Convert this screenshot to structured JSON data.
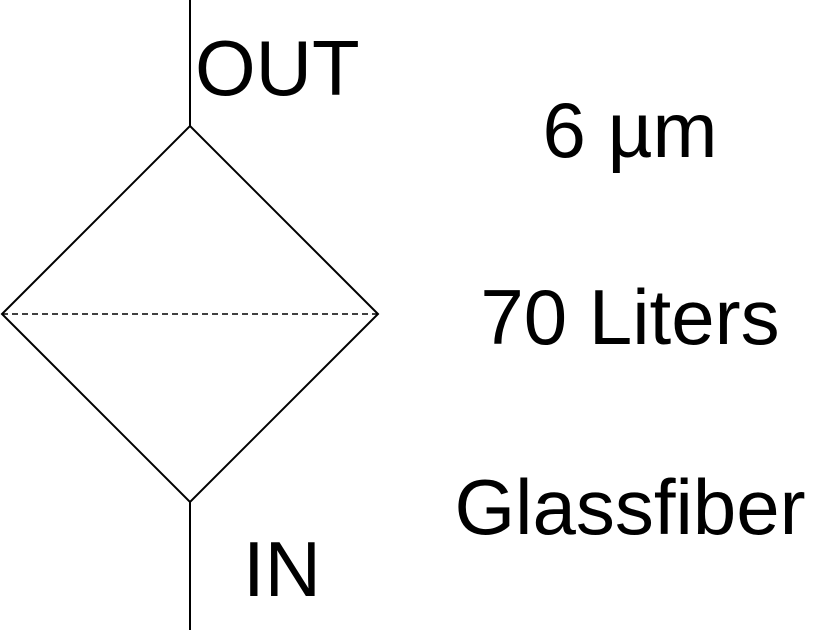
{
  "diagram": {
    "symbol": "filter-symbol",
    "port_out_label": "OUT",
    "port_in_label": "IN",
    "specs": {
      "pore_size": "6 µm",
      "flow_rate": "70 Liters",
      "material": "Glassfiber"
    },
    "line_color": "#000000",
    "background_color": "#ffffff"
  }
}
